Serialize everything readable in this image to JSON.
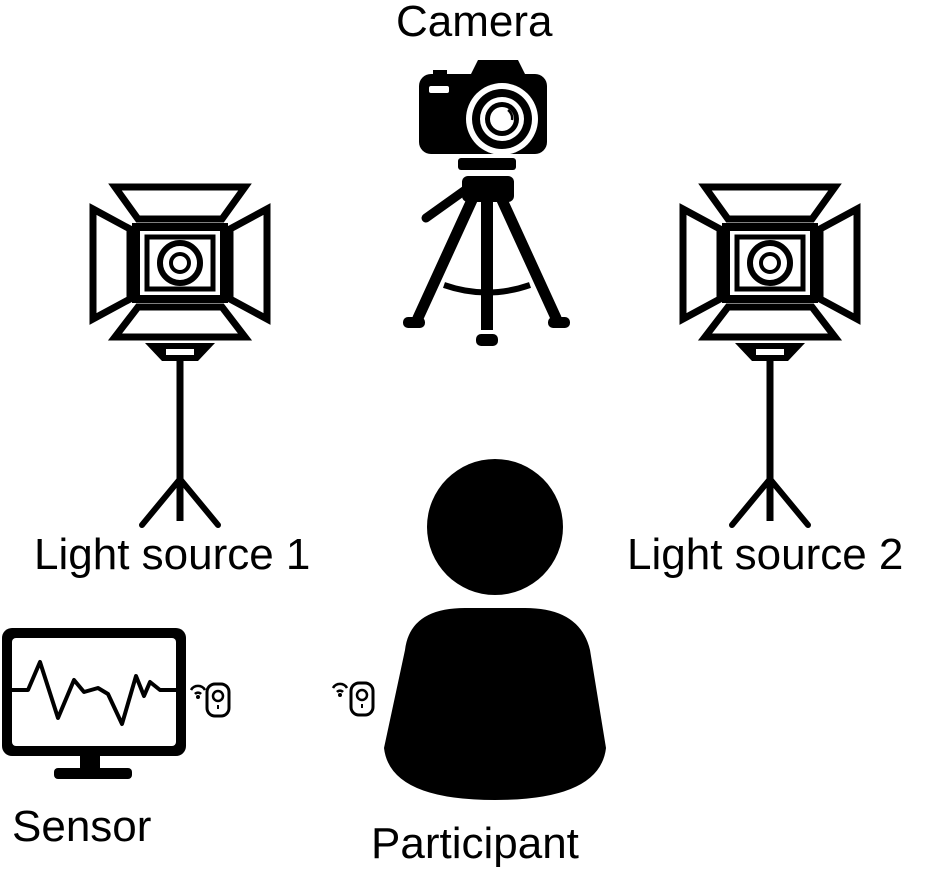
{
  "labels": {
    "camera": "Camera",
    "light_source_1": "Light source 1",
    "light_source_2": "Light source 2",
    "sensor": "Sensor",
    "participant": "Participant"
  },
  "icons": [
    "camera-icon",
    "tripod-icon",
    "light-source-icon",
    "sensor-monitor-icon",
    "wireless-sensor-icon",
    "participant-icon"
  ],
  "colors": {
    "foreground": "#000000",
    "background": "#ffffff"
  }
}
